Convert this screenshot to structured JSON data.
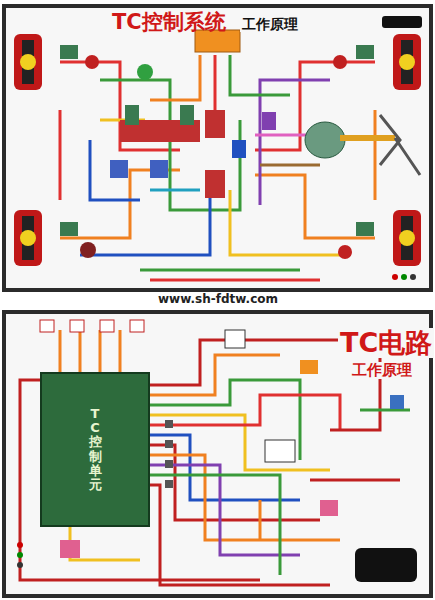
{
  "diagram": {
    "title": "TC控制系统",
    "nodes": [
      {
        "text": [
          "TC控制单元"
        ]
      }
    ],
    "labels": [
      "工作原理",
      "www.sh-fdtw.com",
      "TC电路",
      "工作原理"
    ]
  }
}
